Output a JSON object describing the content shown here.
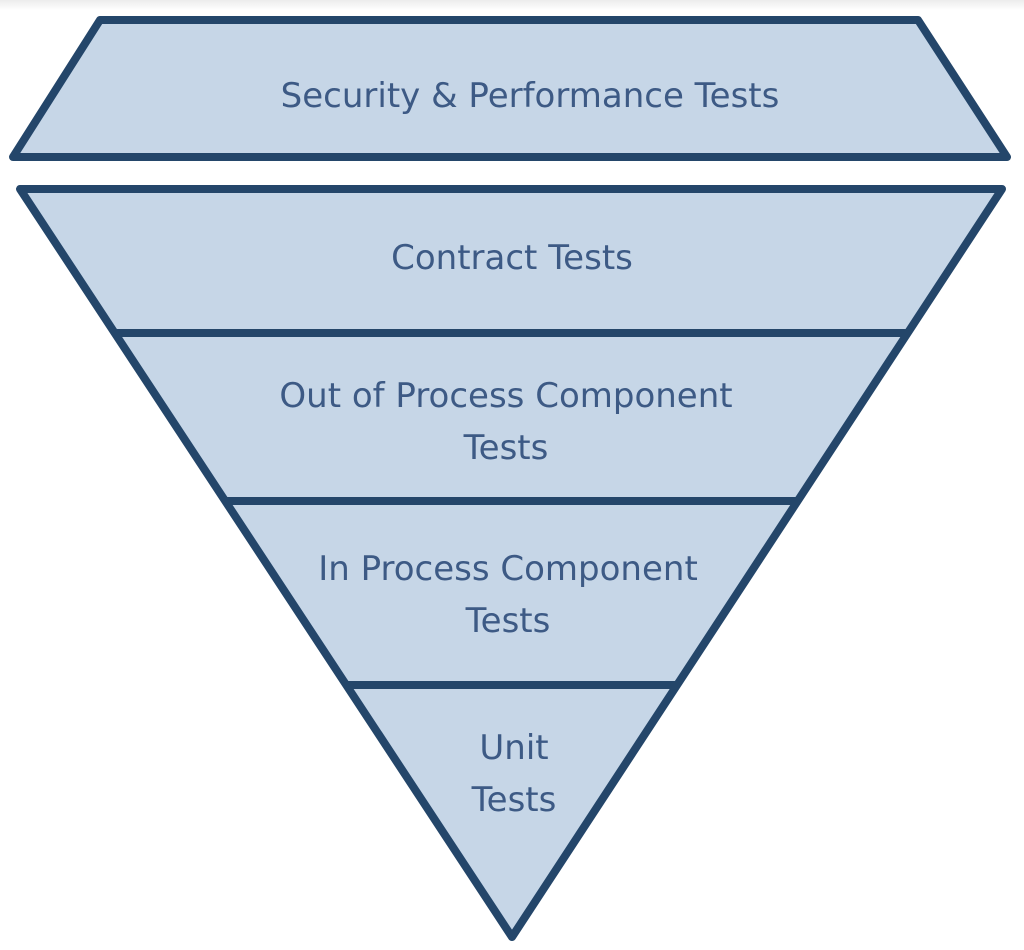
{
  "colors": {
    "fill": "#c6d6e7",
    "stroke": "#24466a",
    "text": "#3d5a85"
  },
  "diagram": {
    "top_band": {
      "label": "Security & Performance Tests"
    },
    "layers": [
      {
        "label_lines": [
          "Contract Tests"
        ]
      },
      {
        "label_lines": [
          "Out of Process Component",
          "Tests"
        ]
      },
      {
        "label_lines": [
          "In Process Component",
          "Tests"
        ]
      },
      {
        "label_lines": [
          "Unit",
          "Tests"
        ]
      }
    ]
  }
}
